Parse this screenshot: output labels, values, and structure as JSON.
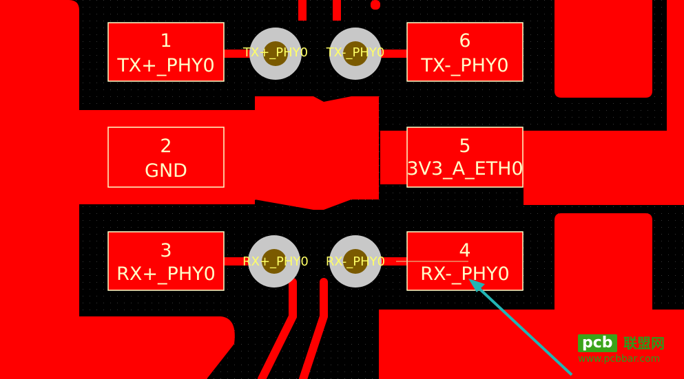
{
  "pads": [
    {
      "number": "1",
      "net": "TX+_PHY0"
    },
    {
      "number": "6",
      "net": "TX-_PHY0"
    },
    {
      "number": "2",
      "net": "GND"
    },
    {
      "number": "5",
      "net": "3V3_A_ETH0"
    },
    {
      "number": "3",
      "net": "RX+_PHY0"
    },
    {
      "number": "4",
      "net": "RX-_PHY0"
    }
  ],
  "vias": [
    {
      "net": "TX+_PHY0"
    },
    {
      "net": "TX-_PHY0"
    },
    {
      "net": "RX+_PHY0"
    },
    {
      "net": "RX-_PHY0"
    }
  ],
  "watermark": {
    "logo": "pcb",
    "chinese": "联盟网",
    "url": "www.pcbbar.com"
  },
  "colors": {
    "copper": "#ff0000",
    "background": "#000000",
    "silkscreen": "#ffffc8",
    "via_ring": "#c8c8c8",
    "via_hole": "#7a5a00",
    "net_label": "#ffff66",
    "pointer_arrow": "#22b5b5"
  }
}
